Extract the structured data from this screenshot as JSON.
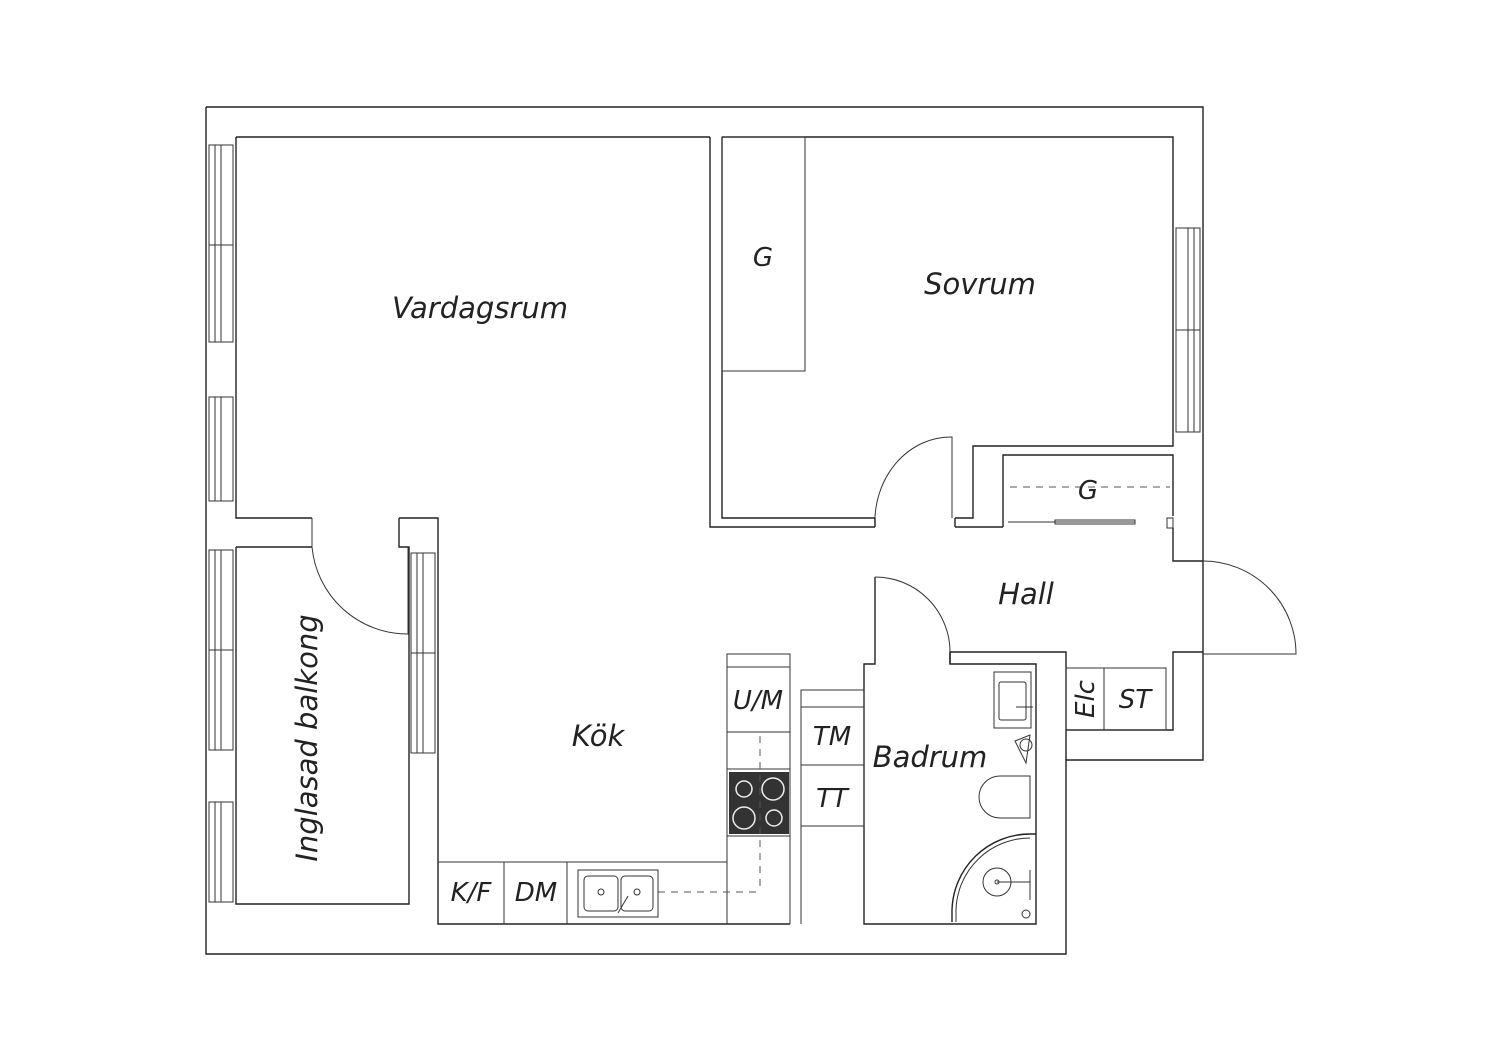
{
  "floorplan": {
    "rooms": {
      "living_room": "Vardagsrum",
      "bedroom": "Sovrum",
      "kitchen": "Kök",
      "bathroom": "Badrum",
      "hall": "Hall",
      "balcony": "Inglasad balkong"
    },
    "fixtures": {
      "wardrobe_bedroom": "G",
      "wardrobe_hall": "G",
      "microwave_oven": "U/M",
      "fridge_freezer": "K/F",
      "dishwasher": "DM",
      "washing_machine": "TM",
      "tumble_dryer": "TT",
      "electrical_cabinet": "Elc",
      "storage": "ST"
    }
  }
}
